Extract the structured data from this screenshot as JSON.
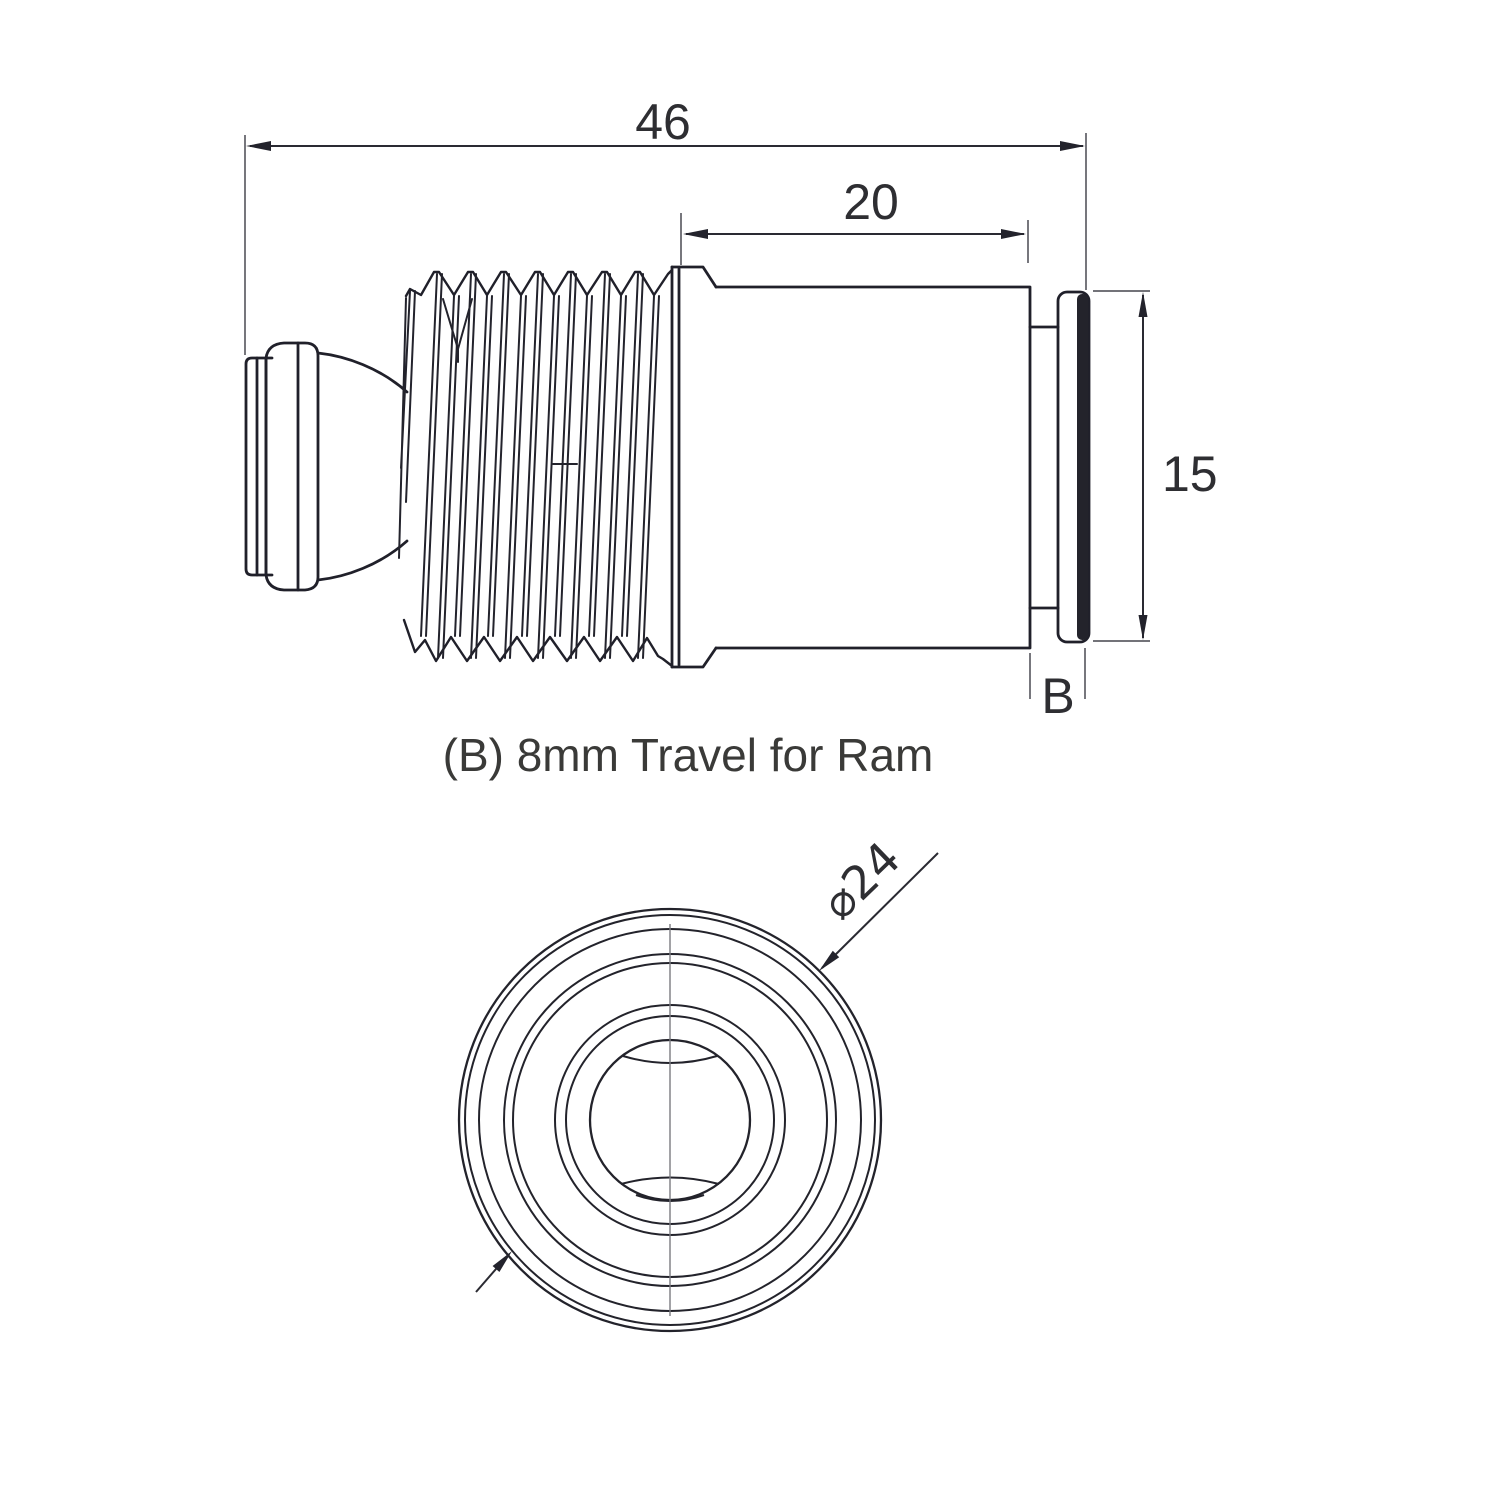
{
  "drawing": {
    "side_view": {
      "dim_total_length": "46",
      "dim_body_length": "20",
      "dim_ram_diameter": "15",
      "travel_label": "B"
    },
    "caption": "(B) 8mm Travel for Ram",
    "front_view": {
      "dim_outer_diameter": "⌀24"
    },
    "colors": {
      "line": "#20202a",
      "dimension_line": "#2a2a32",
      "text": "#2e2e32",
      "background": "#ffffff"
    }
  }
}
